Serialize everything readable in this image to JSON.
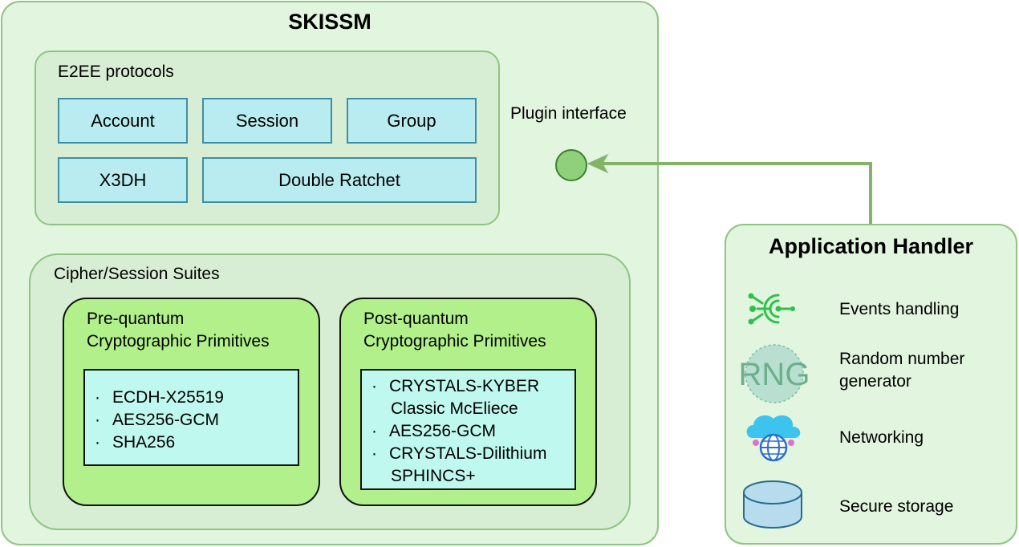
{
  "skissm": {
    "title": "SKISSM",
    "e2ee": {
      "label": "E2EE protocols",
      "items": [
        "Account",
        "Session",
        "Group",
        "X3DH",
        "Double Ratchet"
      ]
    },
    "plugin_label": "Plugin interface",
    "suites": {
      "label": "Cipher/Session Suites",
      "pre": {
        "title_line1": "Pre-quantum",
        "title_line2": "Cryptographic Primitives",
        "algorithms": [
          "ECDH-X25519",
          "AES256-GCM",
          "SHA256"
        ]
      },
      "post": {
        "title_line1": "Post-quantum",
        "title_line2": "Cryptographic Primitives",
        "algorithms": [
          {
            "line1": "CRYSTALS-KYBER",
            "line2": "Classic McEliece"
          },
          {
            "line1": "AES256-GCM"
          },
          {
            "line1": "CRYSTALS-Dilithium",
            "line2": "SPHINCS+"
          }
        ],
        "bullet": "·"
      }
    }
  },
  "handler": {
    "title": "Application Handler",
    "features": {
      "events": "Events handling",
      "rng_line1": "Random number",
      "rng_line2": "generator",
      "rng_icon_text": "RNG",
      "networking": "Networking",
      "storage": "Secure storage"
    }
  },
  "colors": {
    "container_fill": "#e2f5df",
    "container_stroke": "#8ec581",
    "protocol_fill": "#b9ecf0",
    "primitive_fill": "#b1f08a",
    "algo_fill": "#bff8ee",
    "connector": "#82b366"
  }
}
